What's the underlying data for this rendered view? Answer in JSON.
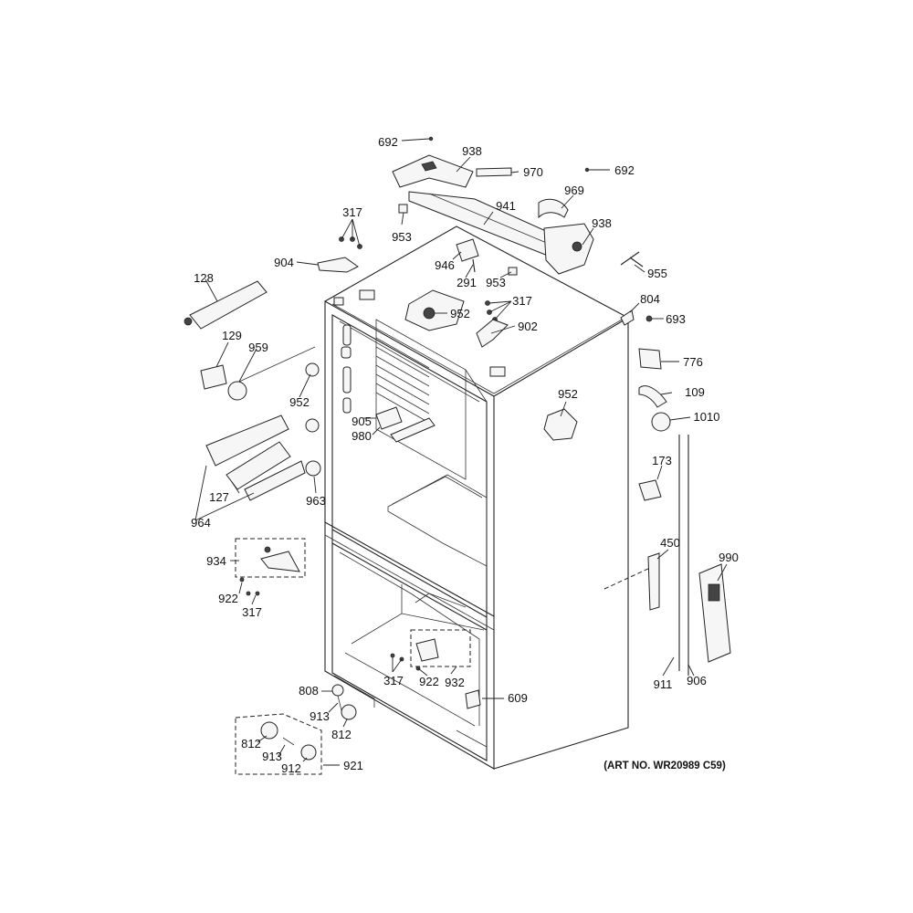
{
  "art_number": "(ART NO. WR20989 C59)",
  "callouts": [
    {
      "id": "692a",
      "text": "692"
    },
    {
      "id": "938a",
      "text": "938"
    },
    {
      "id": "970",
      "text": "970"
    },
    {
      "id": "692b",
      "text": "692"
    },
    {
      "id": "969",
      "text": "969"
    },
    {
      "id": "941",
      "text": "941"
    },
    {
      "id": "317a",
      "text": "317"
    },
    {
      "id": "938b",
      "text": "938"
    },
    {
      "id": "953a",
      "text": "953"
    },
    {
      "id": "904",
      "text": "904"
    },
    {
      "id": "946",
      "text": "946"
    },
    {
      "id": "291",
      "text": "291"
    },
    {
      "id": "953b",
      "text": "953"
    },
    {
      "id": "955",
      "text": "955"
    },
    {
      "id": "128",
      "text": "128"
    },
    {
      "id": "317b",
      "text": "317"
    },
    {
      "id": "804",
      "text": "804"
    },
    {
      "id": "952a",
      "text": "952"
    },
    {
      "id": "693",
      "text": "693"
    },
    {
      "id": "902",
      "text": "902"
    },
    {
      "id": "129",
      "text": "129"
    },
    {
      "id": "959",
      "text": "959"
    },
    {
      "id": "776",
      "text": "776"
    },
    {
      "id": "952b",
      "text": "952"
    },
    {
      "id": "109",
      "text": "109"
    },
    {
      "id": "952c",
      "text": "952"
    },
    {
      "id": "905",
      "text": "905"
    },
    {
      "id": "1010",
      "text": "1010"
    },
    {
      "id": "980",
      "text": "980"
    },
    {
      "id": "173",
      "text": "173"
    },
    {
      "id": "127",
      "text": "127"
    },
    {
      "id": "963",
      "text": "963"
    },
    {
      "id": "964",
      "text": "964"
    },
    {
      "id": "450",
      "text": "450"
    },
    {
      "id": "990",
      "text": "990"
    },
    {
      "id": "934",
      "text": "934"
    },
    {
      "id": "922a",
      "text": "922"
    },
    {
      "id": "317c",
      "text": "317"
    },
    {
      "id": "808",
      "text": "808"
    },
    {
      "id": "317d",
      "text": "317"
    },
    {
      "id": "922b",
      "text": "922"
    },
    {
      "id": "932",
      "text": "932"
    },
    {
      "id": "911",
      "text": "911"
    },
    {
      "id": "906",
      "text": "906"
    },
    {
      "id": "609",
      "text": "609"
    },
    {
      "id": "913a",
      "text": "913"
    },
    {
      "id": "812a",
      "text": "812"
    },
    {
      "id": "812b",
      "text": "812"
    },
    {
      "id": "913b",
      "text": "913"
    },
    {
      "id": "912",
      "text": "912"
    },
    {
      "id": "921",
      "text": "921"
    }
  ]
}
